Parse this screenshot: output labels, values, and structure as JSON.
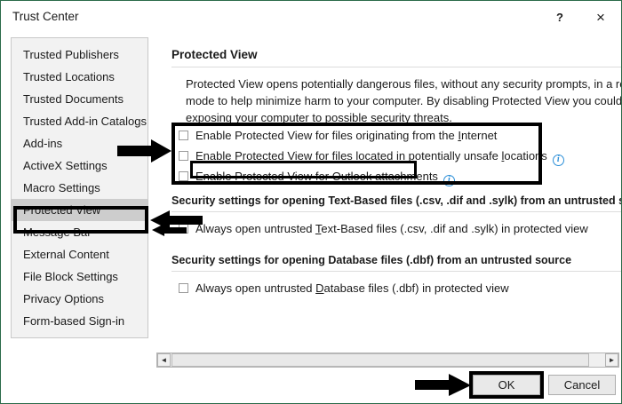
{
  "window": {
    "title": "Trust Center",
    "help_label": "?",
    "close_label": "×",
    "border_color": "#2b6b4a"
  },
  "sidebar": {
    "items": [
      {
        "label": "Trusted Publishers",
        "selected": false
      },
      {
        "label": "Trusted Locations",
        "selected": false
      },
      {
        "label": "Trusted Documents",
        "selected": false
      },
      {
        "label": "Trusted Add-in Catalogs",
        "selected": false
      },
      {
        "label": "Add-ins",
        "selected": false
      },
      {
        "label": "ActiveX Settings",
        "selected": false
      },
      {
        "label": "Macro Settings",
        "selected": false
      },
      {
        "label": "Protected View",
        "selected": true
      },
      {
        "label": "Message Bar",
        "selected": false
      },
      {
        "label": "External Content",
        "selected": false
      },
      {
        "label": "File Block Settings",
        "selected": false
      },
      {
        "label": "Privacy Options",
        "selected": false
      },
      {
        "label": "Form-based Sign-in",
        "selected": false
      }
    ],
    "selected_color": "#cdcdcd"
  },
  "main": {
    "pane_title": "Protected View",
    "description": {
      "line1": "Protected View opens potentially dangerous files, without any security prompts, in a restricted",
      "line2": "mode to help minimize harm to your computer. By disabling Protected View you could be",
      "line3": "exposing your computer to possible security threats."
    },
    "protected_view_options": [
      {
        "checked": false,
        "text_before": "Enable Protected View for files originating from the ",
        "accelerator": "I",
        "text_after": "nternet",
        "info_icon": false
      },
      {
        "checked": false,
        "text_before": "Enable Protected View for files located in potentially unsafe ",
        "accelerator": "l",
        "text_after": "ocations",
        "info_icon": true
      },
      {
        "checked": false,
        "text_before": "Enable Protected View for ",
        "accelerator": "O",
        "text_after": "utlook attachments",
        "info_icon": true
      }
    ],
    "sections": [
      {
        "heading": "Security settings for opening Text-Based files (.csv, .dif and .sylk) from an untrusted source",
        "option": {
          "checked": false,
          "text_before": "Always open untrusted ",
          "accelerator": "T",
          "text_after": "ext-Based files (.csv, .dif and .sylk) in protected view",
          "info_icon": false
        }
      },
      {
        "heading": "Security settings for opening Database files (.dbf) from an untrusted source",
        "option": {
          "checked": false,
          "text_before": "Always open untrusted ",
          "accelerator": "D",
          "text_after": "atabase files (.dbf) in protected view",
          "info_icon": false
        }
      }
    ],
    "info_icon_color": "#2b8fd8",
    "info_icon_glyph": "i"
  },
  "scrollbar": {
    "left_arrow": "◄",
    "right_arrow": "►"
  },
  "footer": {
    "ok_label": "OK",
    "cancel_label": "Cancel"
  },
  "annotations": {
    "color": "#000000",
    "highlight_boxes": [
      "protected-view-sidebar-item",
      "protected-view-checkbox-group",
      "outlook-attachments-label",
      "ok-button"
    ],
    "arrows": [
      "arrow-to-checkbox-group",
      "arrow-to-protected-view-item",
      "arrow-to-text-based-checkbox",
      "arrow-to-ok-button"
    ]
  }
}
